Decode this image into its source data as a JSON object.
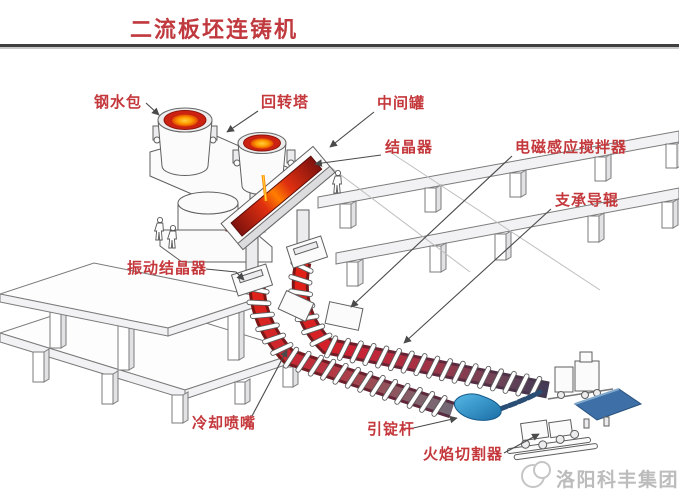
{
  "header": {
    "title": "二流板坯连铸机"
  },
  "labels": {
    "ladle": "钢水包",
    "rotary_tower": "回转塔",
    "tundish": "中间罐",
    "mold": "结晶器",
    "em_stirrer": "电磁感应搅拌器",
    "support_rolls": "支承导辊",
    "vibrating_mold": "振动结晶器",
    "cooling_nozzle": "冷却喷嘴",
    "dummy_bar": "引锭杆",
    "flame_cutter": "火焰切割器"
  },
  "watermark": {
    "company": "洛阳科丰集团"
  },
  "colors": {
    "title_red": "#c0393e",
    "label_red": "#c4383c",
    "molten_orange": "#ffb300",
    "molten_red": "#cc2212",
    "slab_hot": "#e32015",
    "slab_cool": "#35395a",
    "dummy_bar_blue": "#2f9fd4",
    "exit_table_blue": "#3e6fa6",
    "watermark_gray": "#bcbcbc"
  }
}
